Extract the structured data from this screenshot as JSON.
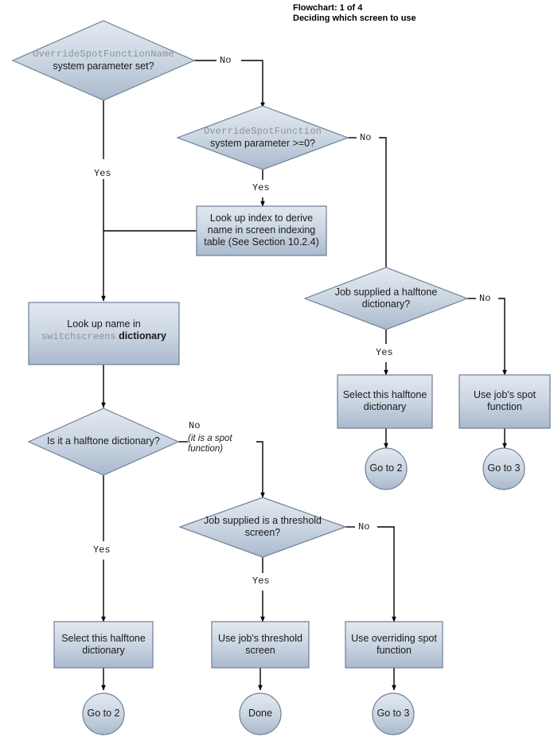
{
  "header": {
    "line1": "Flowchart: 1 of 4",
    "line2": "Deciding which screen to use"
  },
  "nodes": {
    "d1": {
      "code": "OverrideSpotFunctionName",
      "text": "system parameter set?"
    },
    "d2": {
      "code": "OverrideSpotFunction",
      "text": "system parameter >=0?"
    },
    "b_lookup_index": {
      "line1": "Look up index to derive",
      "line2": "name in screen indexing",
      "line3": "table (See Section 10.2.4)"
    },
    "b_lookup_name": {
      "line1": "Look up name in",
      "code": "switchscreens",
      "line2": "dictionary"
    },
    "d3": {
      "text": "Is it a halftone dictionary?"
    },
    "d4": {
      "line1": "Job supplied a halftone",
      "line2": "dictionary?"
    },
    "d5": {
      "line1": "Job supplied is a threshold",
      "line2": "screen?"
    },
    "b_select_halftone_right": {
      "line1": "Select this halftone",
      "line2": "dictionary"
    },
    "b_use_job_spot": {
      "line1": "Use job's spot",
      "line2": "function"
    },
    "b_select_halftone_left": {
      "line1": "Select this halftone",
      "line2": "dictionary"
    },
    "b_use_job_threshold": {
      "line1": "Use job's threshold",
      "line2": "screen"
    },
    "b_use_overriding_spot": {
      "line1": "Use overriding spot",
      "line2": "function"
    },
    "t_goto2_right": {
      "text": "Go to 2"
    },
    "t_goto3_right": {
      "text": "Go to 3"
    },
    "t_goto2_left": {
      "text": "Go to 2"
    },
    "t_done": {
      "text": "Done"
    },
    "t_goto3_bottom": {
      "text": "Go to 3"
    }
  },
  "edges": {
    "d1_no": "No",
    "d1_yes": "Yes",
    "d2_no": "No",
    "d2_yes": "Yes",
    "d3_yes": "Yes",
    "d3_no": "No",
    "d3_no_note": "(it is a spot function)",
    "d4_no": "No",
    "d4_yes": "Yes",
    "d5_no": "No",
    "d5_yes": "Yes"
  },
  "colors": {
    "fill_top": "#dfe6ee",
    "fill_bottom": "#aabbce",
    "stroke": "#6f7f95",
    "line": "#000000",
    "code_text": "#8e9099",
    "text": "#1a1a1a"
  }
}
